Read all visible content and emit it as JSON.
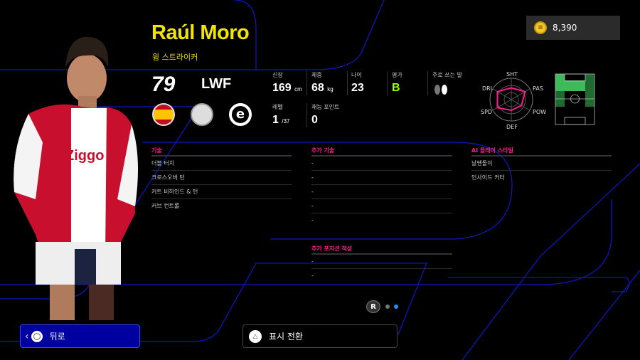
{
  "player": {
    "name": "Raúl Moro",
    "playstyle": "윙 스트라이커",
    "overall": "79",
    "position": "LWF"
  },
  "badges": [
    {
      "name": "spain-flag-icon"
    },
    {
      "name": "ajax-club-icon"
    },
    {
      "name": "eredivisie-league-icon"
    }
  ],
  "stats": {
    "height": {
      "label": "신장",
      "value": "169",
      "unit": "cm"
    },
    "weight": {
      "label": "체중",
      "value": "68",
      "unit": "kg"
    },
    "age": {
      "label": "나이",
      "value": "23"
    },
    "rating": {
      "label": "평가",
      "value": "B"
    },
    "foot": {
      "label": "주로 쓰는 발"
    },
    "level": {
      "label": "레벨",
      "value": "1",
      "max": "/37"
    },
    "talent": {
      "label": "재능 포인트",
      "value": "0"
    }
  },
  "radar": {
    "labels": {
      "sht": "SHT",
      "pas": "PAS",
      "pow": "POW",
      "def": "DEF",
      "spd": "SPD",
      "dri": "DRI"
    },
    "values": [
      0.55,
      0.75,
      0.55,
      0.5,
      0.75,
      0.75
    ]
  },
  "coins": "8,390",
  "skills": {
    "header": "기술",
    "items": [
      "더블 터치",
      "크로스오버 턴",
      "커트 비하인드 & 턴",
      "커브 컨트롤"
    ]
  },
  "extra_skills": {
    "header": "추가 기술",
    "items": [
      "-",
      "-",
      "-",
      "-",
      "-"
    ]
  },
  "ai_styles": {
    "header": "AI 플레이 스타일",
    "items": [
      "날쌘돌이",
      "인사이드 커터"
    ]
  },
  "extra_positions": {
    "header": "추가 포지션 적성",
    "items": [
      "-",
      "-"
    ]
  },
  "pager": {
    "button": "R",
    "pages": 2,
    "current": 2
  },
  "footer": {
    "back": "뒤로",
    "toggle": "표시 전환"
  },
  "colors": {
    "accent": "#ff1a8c",
    "name": "#f2e600",
    "rating": "#9dff00",
    "back_bg": "#0000a0"
  }
}
